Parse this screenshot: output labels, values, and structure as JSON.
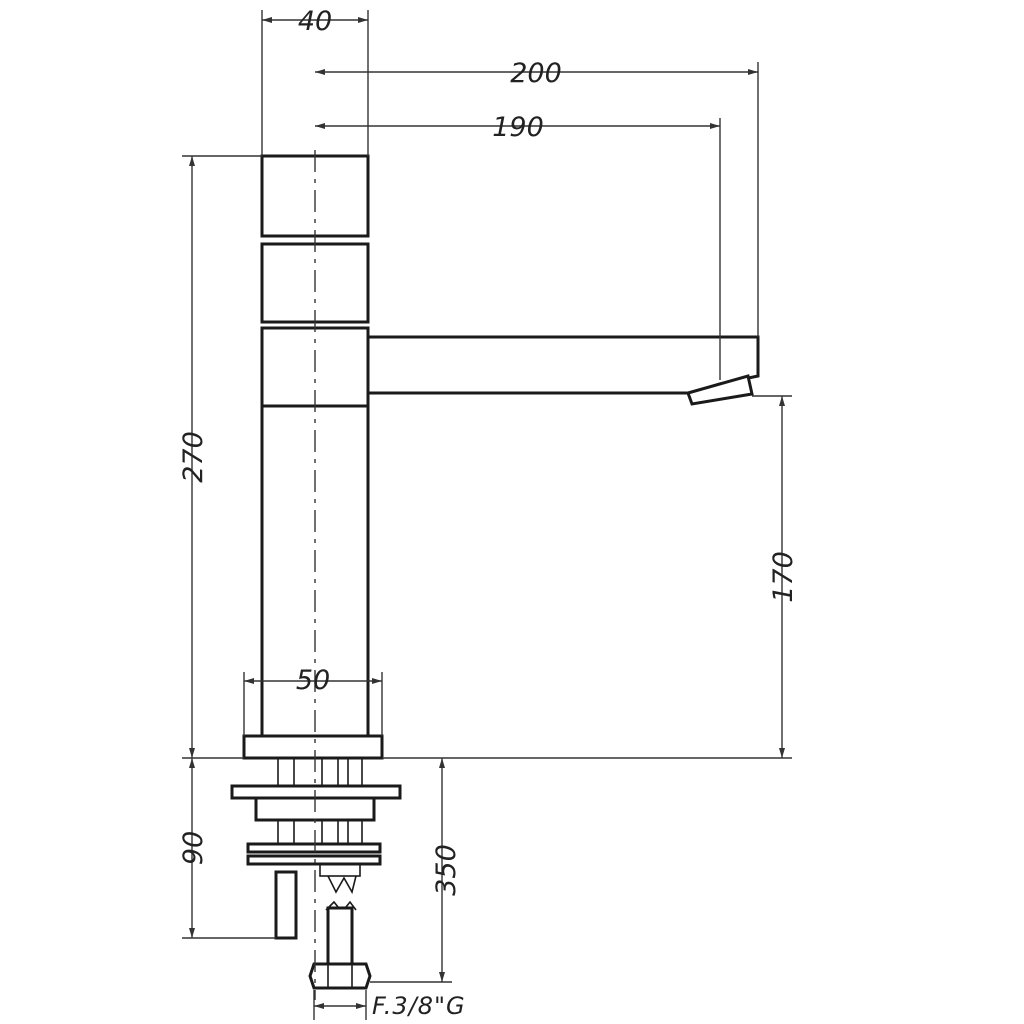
{
  "drawing": {
    "colors": {
      "line": "#1a1a1a",
      "dimension": "#333333",
      "background": "#ffffff"
    },
    "dimensions": {
      "body_width": "40",
      "spout_reach": "200",
      "spout_axis": "190",
      "total_height": "270",
      "spout_height": "170",
      "base_width": "50",
      "shank_length": "90",
      "hose_length": "350",
      "connection": "F.3/8\"G"
    }
  }
}
